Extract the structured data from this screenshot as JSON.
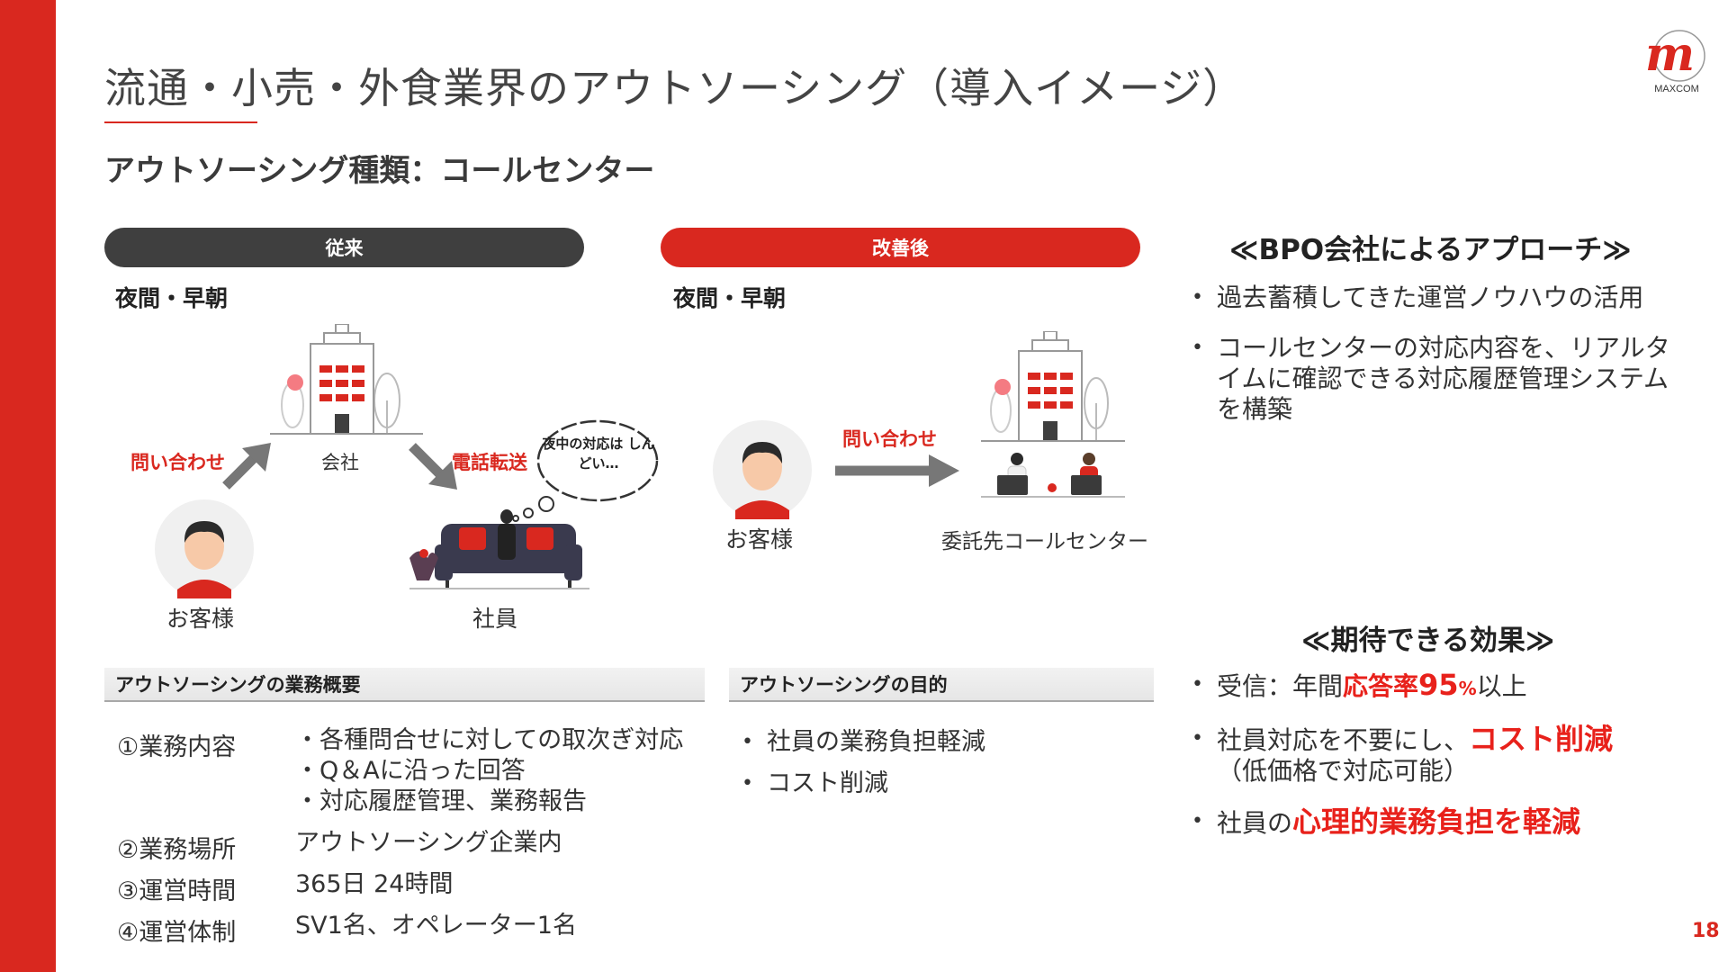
{
  "title": "流通・小売・外食業界のアウトソーシング（導入イメージ）",
  "subtitle": "アウトソーシング種類：コールセンター",
  "logo": {
    "brand": "MAXCOM",
    "mark": "m"
  },
  "before": {
    "pill": "従来",
    "time": "夜間・早朝",
    "inquiry": "問い合わせ",
    "company": "会社",
    "transfer": "電話転送",
    "thought": "夜中の対応は しんどい…",
    "customer": "お客様",
    "employee": "社員"
  },
  "after": {
    "pill": "改善後",
    "time": "夜間・早朝",
    "inquiry": "問い合わせ",
    "customer": "お客様",
    "center": "委託先コールセンター"
  },
  "bpo": {
    "heading": "≪BPO会社によるアプローチ≫",
    "items": [
      "過去蓄積してきた運営ノウハウの活用",
      "コールセンターの対応内容を、リアルタイムに確認できる対応履歴管理システムを構築"
    ]
  },
  "effects": {
    "heading": "≪期待できる効果≫",
    "item1": {
      "pre": "受信：年間",
      "hl": "応答率",
      "num": "95",
      "pct": "%",
      "post": "以上"
    },
    "item2": {
      "pre": "社員対応を不要にし、",
      "hl": "コスト削減",
      "sub": "（低価格で対応可能）"
    },
    "item3": {
      "pre": "社員の",
      "hl": "心理的業務負担を軽減"
    }
  },
  "overview": {
    "heading": "アウトソーシングの業務概要",
    "rows": [
      {
        "label": "①業務内容",
        "values": [
          "・各種問合せに対しての取次ぎ対応",
          "・Q＆Aに沿った回答",
          "・対応履歴管理、業務報告"
        ]
      },
      {
        "label": "②業務場所",
        "values": [
          "アウトソーシング企業内"
        ]
      },
      {
        "label": "③運営時間",
        "values": [
          "365日 24時間"
        ]
      },
      {
        "label": "④運営体制",
        "values": [
          "SV1名、オペレーター1名"
        ]
      }
    ]
  },
  "purpose": {
    "heading": "アウトソーシングの目的",
    "items": [
      "社員の業務負担軽減",
      "コスト削減"
    ]
  },
  "page_number": "18",
  "colors": {
    "accent": "#d9281f",
    "dark": "#3f3f3f",
    "highlight": "#e8211b"
  }
}
